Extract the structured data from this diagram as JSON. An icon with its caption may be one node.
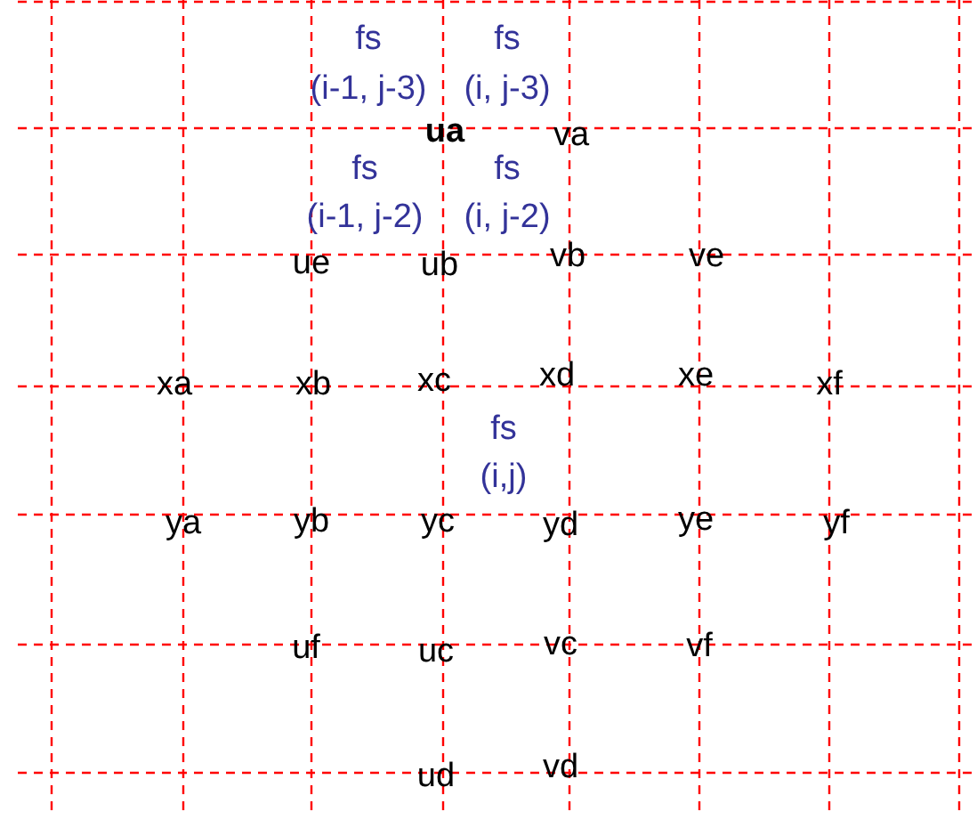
{
  "diagram": {
    "labels": [
      "fs",
      "fs",
      "(i-1, j-3)",
      "(i, j-3)",
      "ua",
      "va",
      "fs",
      "fs",
      "(i-1, j-2)",
      "(i, j-2)",
      "ue",
      "ub",
      "vb",
      "ve",
      "xa",
      "xb",
      "xc",
      "xd",
      "xe",
      "xf",
      "fs",
      "(i,j)",
      "ya",
      "yb",
      "yc",
      "yd",
      "ye",
      "yf",
      "uf",
      "uc",
      "vc",
      "vf",
      "ud",
      "vd"
    ]
  }
}
